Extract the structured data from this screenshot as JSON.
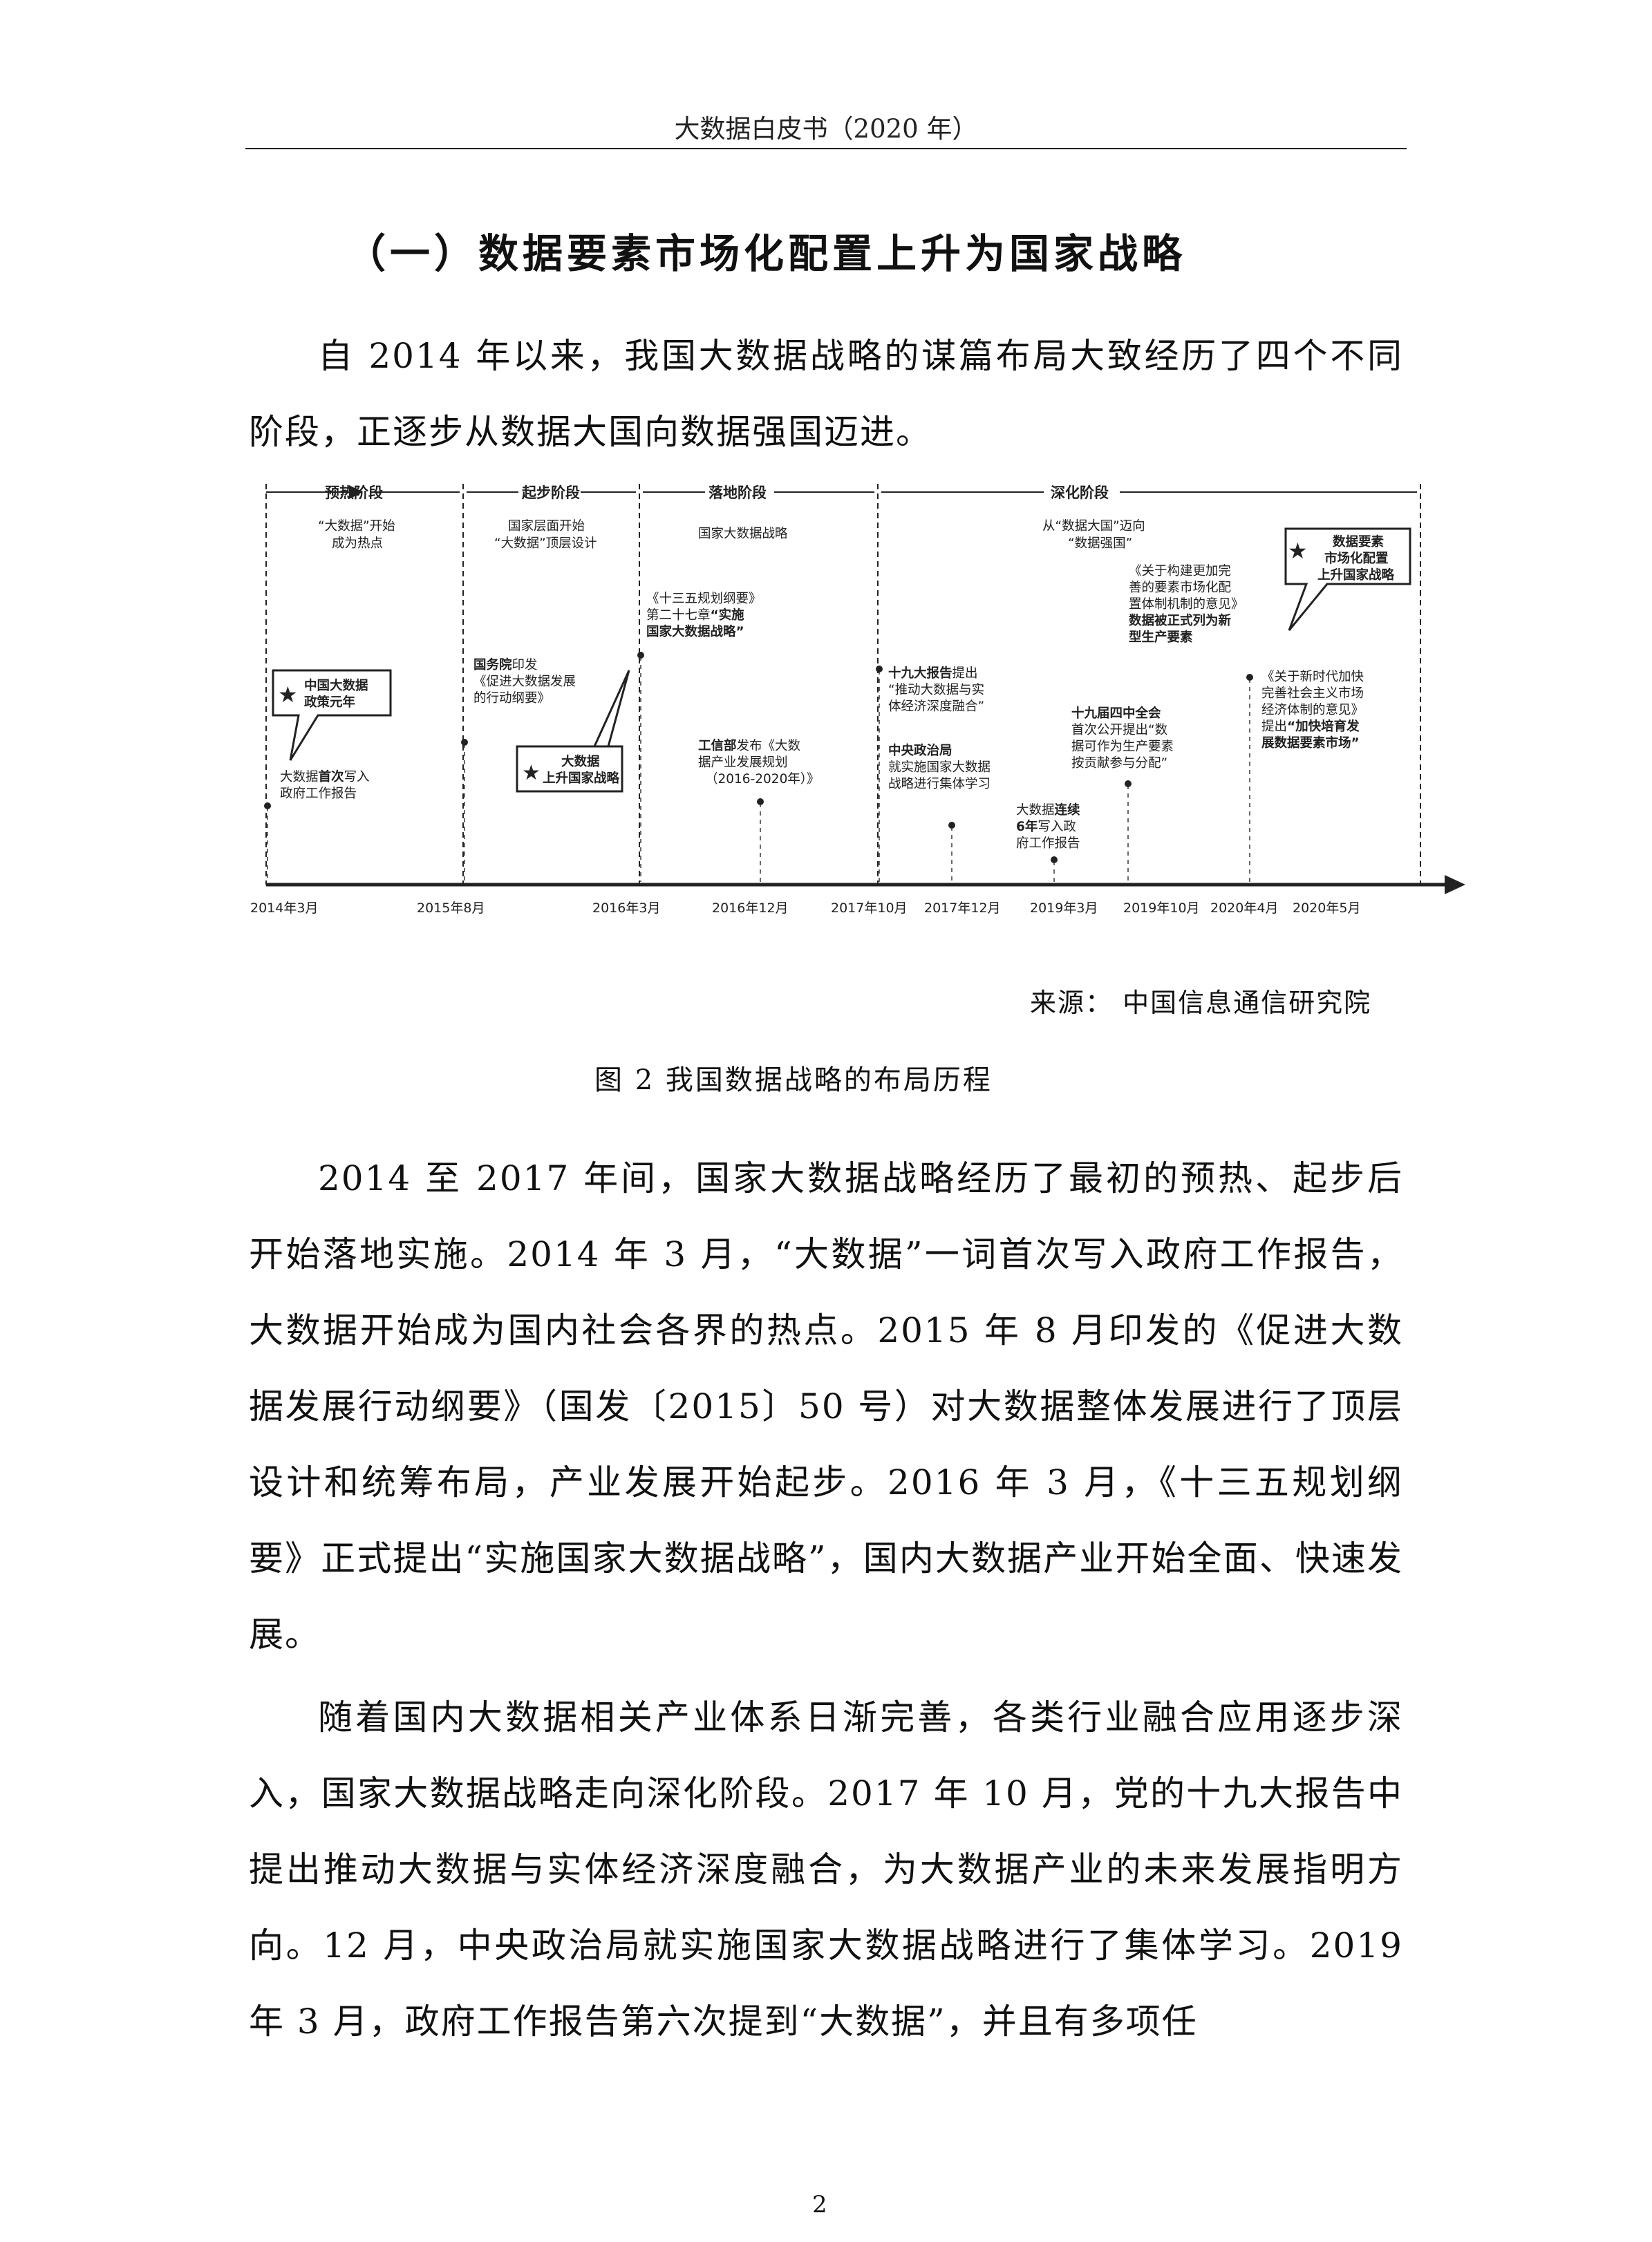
{
  "header": {
    "title": "大数据白皮书（2020 年）"
  },
  "section": {
    "title": "（一）数据要素市场化配置上升为国家战略"
  },
  "paragraphs": {
    "p1": "自 2014 年以来，我国大数据战略的谋篇布局大致经历了四个不同阶段，正逐步从数据大国向数据强国迈进。",
    "p2": "2014 至 2017 年间，国家大数据战略经历了最初的预热、起步后开始落地实施。2014 年 3 月，“大数据”一词首次写入政府工作报告，大数据开始成为国内社会各界的热点。2015 年 8 月印发的《促进大数据发展行动纲要》（国发〔2015〕50 号）对大数据整体发展进行了顶层设计和统筹布局，产业发展开始起步。2016 年 3 月，《十三五规划纲要》正式提出“实施国家大数据战略”，国内大数据产业开始全面、快速发展。",
    "p3": "随着国内大数据相关产业体系日渐完善，各类行业融合应用逐步深入，国家大数据战略走向深化阶段。2017 年 10 月，党的十九大报告中提出推动大数据与实体经济深度融合，为大数据产业的未来发展指明方向。12 月，中央政治局就实施国家大数据战略进行了集体学习。2019 年 3 月，政府工作报告第六次提到“大数据”，并且有多项任"
  },
  "figure": {
    "phases": [
      {
        "label": "预热阶段",
        "desc": [
          "“大数据”开始",
          "成为热点"
        ]
      },
      {
        "label": "起步阶段",
        "desc": [
          "国家层面开始",
          "“大数据”顶层设计"
        ]
      },
      {
        "label": "落地阶段",
        "desc": [
          "国家大数据战略"
        ]
      },
      {
        "label": "深化阶段",
        "desc": [
          "从“数据大国”迈向",
          "“数据强国”"
        ]
      }
    ],
    "ticks": [
      "2014年3月",
      "2015年8月",
      "2016年3月",
      "2016年12月",
      "2017年10月",
      "2017年12月",
      "2019年3月",
      "2019年10月",
      "2020年4月",
      "2020年5月"
    ],
    "events": {
      "e2014_l1": "大数据",
      "e2014_l1b": "首次",
      "e2014_l1c": "写入",
      "e2014_l2": "政府工作报告",
      "b2014_l1": "中国大数据",
      "b2014_l2": "政策元年",
      "e2015_l1a": "国务院",
      "e2015_l1b": "印发",
      "e2015_l2": "《促进大数据发展",
      "e2015_l3": "的行动纲要》",
      "b2015_l1": "大数据",
      "b2015_l2": "上升国家战略",
      "e2016a_l1": "《十三五规划纲要》",
      "e2016a_l2a": "第二十七章",
      "e2016a_l2b": "“实施",
      "e2016a_l3": "国家大数据战略”",
      "e2016b_l1a": "工信部",
      "e2016b_l1b": "发布《大数",
      "e2016b_l2": "据产业发展规划",
      "e2016b_l3": "（2016-2020年）》",
      "e2017a_l1a": "十九大报告",
      "e2017a_l1b": "提出",
      "e2017a_l2": "“推动大数据与实",
      "e2017a_l3": "体经济深度融合”",
      "e2017b_l1": "中央政治局",
      "e2017b_l2": "就实施国家大数据",
      "e2017b_l3": "战略进行集体学习",
      "e2019a_l1a": "大数据",
      "e2019a_l1b": "连续",
      "e2019a_l2a": "6年",
      "e2019a_l2b": "写入政",
      "e2019a_l3": "府工作报告",
      "e2019b_l1": "十九届四中全会",
      "e2019b_l2": "首次公开提出“数",
      "e2019b_l3": "据可作为生产要素",
      "e2019b_l4": "按贡献参与分配”",
      "e2020a_l1": "《关于构建更加完",
      "e2020a_l2": "善的要素市场化配",
      "e2020a_l3": "置体制机制的意见》",
      "e2020a_l4": "数据被正式列为新",
      "e2020a_l5": "型生产要素",
      "b2020_l1": "数据要素",
      "b2020_l2": "市场化配置",
      "b2020_l3": "上升国家战略",
      "e2020b_l1": "《关于新时代加快",
      "e2020b_l2": "完善社会主义市场",
      "e2020b_l3": "经济体制的意见》",
      "e2020b_l4a": "提出",
      "e2020b_l4b": "“加快培育发",
      "e2020b_l5": "展数据要素市场”"
    },
    "source": "来源：  中国信息通信研究院",
    "caption": "图 2    我国数据战略的布局历程"
  },
  "footer": {
    "page": "2"
  }
}
